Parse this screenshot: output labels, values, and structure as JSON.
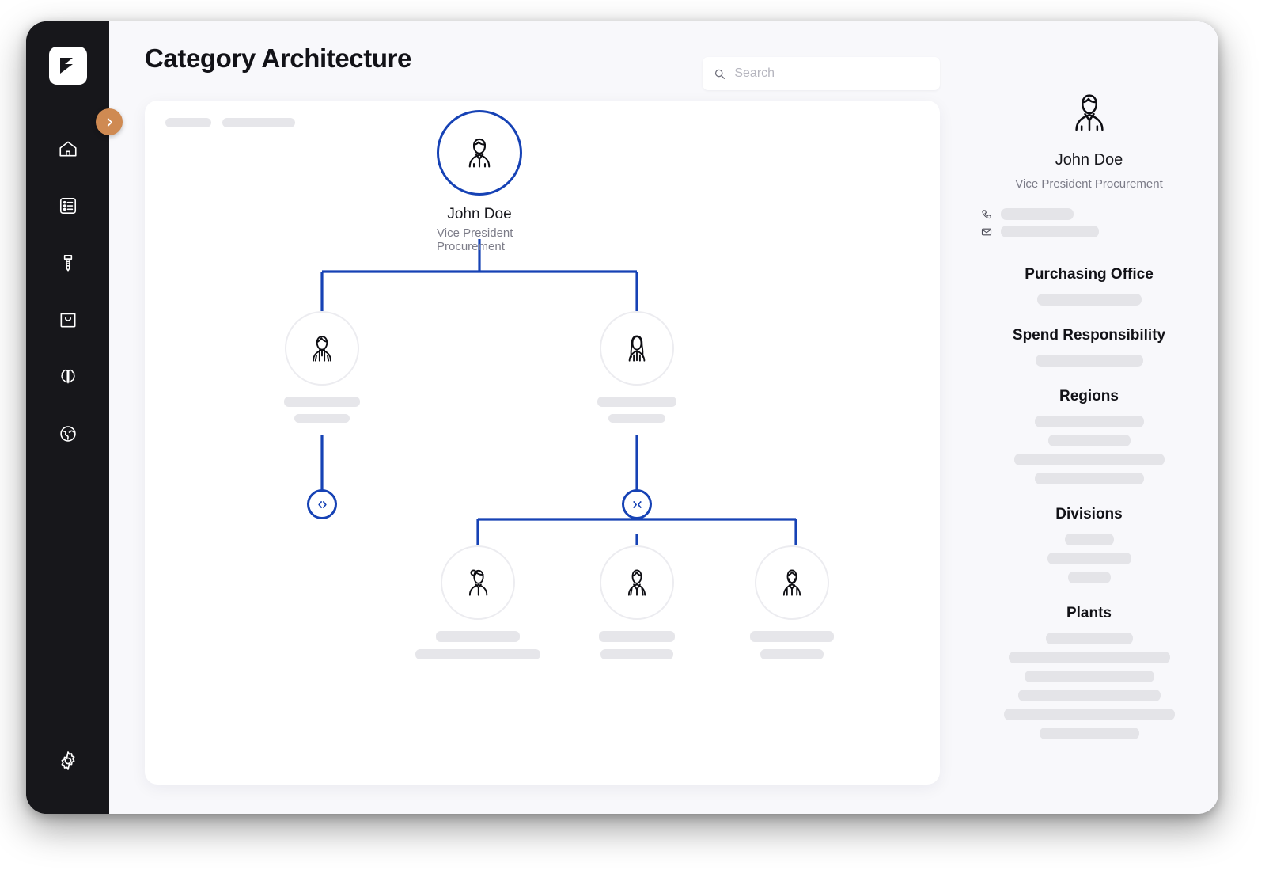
{
  "app": {
    "title": "Category Architecture",
    "accent_blue": "#1642b5",
    "accent_orange": "#cf8a52",
    "rail_bg": "#17171b",
    "surface_bg": "#f8f8fb",
    "skeleton": "#e4e4e8"
  },
  "search": {
    "placeholder": "Search",
    "value": ""
  },
  "sidebar": {
    "logo_name": "brand-logo",
    "toggle_icon": "chevron-right-icon",
    "items": [
      {
        "icon": "home-icon",
        "name": "sidebar-item-home"
      },
      {
        "icon": "list-icon",
        "name": "sidebar-item-list"
      },
      {
        "icon": "screw-icon",
        "name": "sidebar-item-parts"
      },
      {
        "icon": "bag-icon",
        "name": "sidebar-item-purchasing"
      },
      {
        "icon": "brain-icon",
        "name": "sidebar-item-insights"
      },
      {
        "icon": "globe-icon",
        "name": "sidebar-item-global"
      }
    ],
    "footer_item": {
      "icon": "gear-icon",
      "name": "sidebar-item-settings"
    }
  },
  "breadcrumb": {
    "placeholders": [
      58,
      92
    ]
  },
  "chart_data": {
    "type": "org-tree",
    "title": "Category Architecture",
    "nodes": [
      {
        "id": "root",
        "name": "John Doe",
        "role": "Vice President Procurement",
        "avatar": "avatar-man-polo",
        "selected": true,
        "labels_hidden": false
      },
      {
        "id": "child-1",
        "name": "",
        "role": "",
        "avatar": "avatar-person-hoodie",
        "selected": false,
        "labels_hidden": true,
        "placeholder_widths": [
          96,
          70
        ]
      },
      {
        "id": "child-2",
        "name": "",
        "role": "",
        "avatar": "avatar-woman-long-hair",
        "selected": false,
        "labels_hidden": true,
        "placeholder_widths": [
          100,
          72
        ]
      },
      {
        "id": "grand-1",
        "name": "",
        "role": "",
        "avatar": "avatar-woman-bun",
        "selected": false,
        "labels_hidden": true,
        "placeholder_widths": [
          106,
          158
        ]
      },
      {
        "id": "grand-2",
        "name": "",
        "role": "",
        "avatar": "avatar-man-suit",
        "selected": false,
        "labels_hidden": true,
        "placeholder_widths": [
          96,
          92
        ]
      },
      {
        "id": "grand-3",
        "name": "",
        "role": "",
        "avatar": "avatar-man-beard",
        "selected": false,
        "labels_hidden": true,
        "placeholder_widths": [
          106,
          80
        ]
      }
    ],
    "edges": [
      {
        "from": "root",
        "to": "child-1"
      },
      {
        "from": "root",
        "to": "child-2"
      },
      {
        "from": "child-1",
        "to": "toggle-expand"
      },
      {
        "from": "child-2",
        "to": "toggle-collapse"
      },
      {
        "from": "toggle-collapse",
        "to": "grand-1"
      },
      {
        "from": "toggle-collapse",
        "to": "grand-2"
      },
      {
        "from": "toggle-collapse",
        "to": "grand-3"
      }
    ],
    "toggles": [
      {
        "id": "toggle-expand",
        "glyph": "expand-icon",
        "state": "collapsed"
      },
      {
        "id": "toggle-collapse",
        "glyph": "collapse-icon",
        "state": "expanded"
      }
    ]
  },
  "detail_panel": {
    "avatar": "avatar-man-polo",
    "name": "John Doe",
    "role": "Vice President Procurement",
    "contacts": [
      {
        "icon": "phone-icon",
        "width": 92
      },
      {
        "icon": "mail-icon",
        "width": 124
      }
    ],
    "sections": [
      {
        "title": "Purchasing Office",
        "bars": [
          132
        ]
      },
      {
        "title": "Spend Responsibility",
        "bars": [
          136
        ]
      },
      {
        "title": "Regions",
        "bars": [
          138,
          104,
          190,
          138
        ]
      },
      {
        "title": "Divisions",
        "bars": [
          62,
          106,
          54
        ]
      },
      {
        "title": "Plants",
        "bars": [
          110,
          204,
          164,
          180,
          216,
          126
        ]
      }
    ]
  }
}
